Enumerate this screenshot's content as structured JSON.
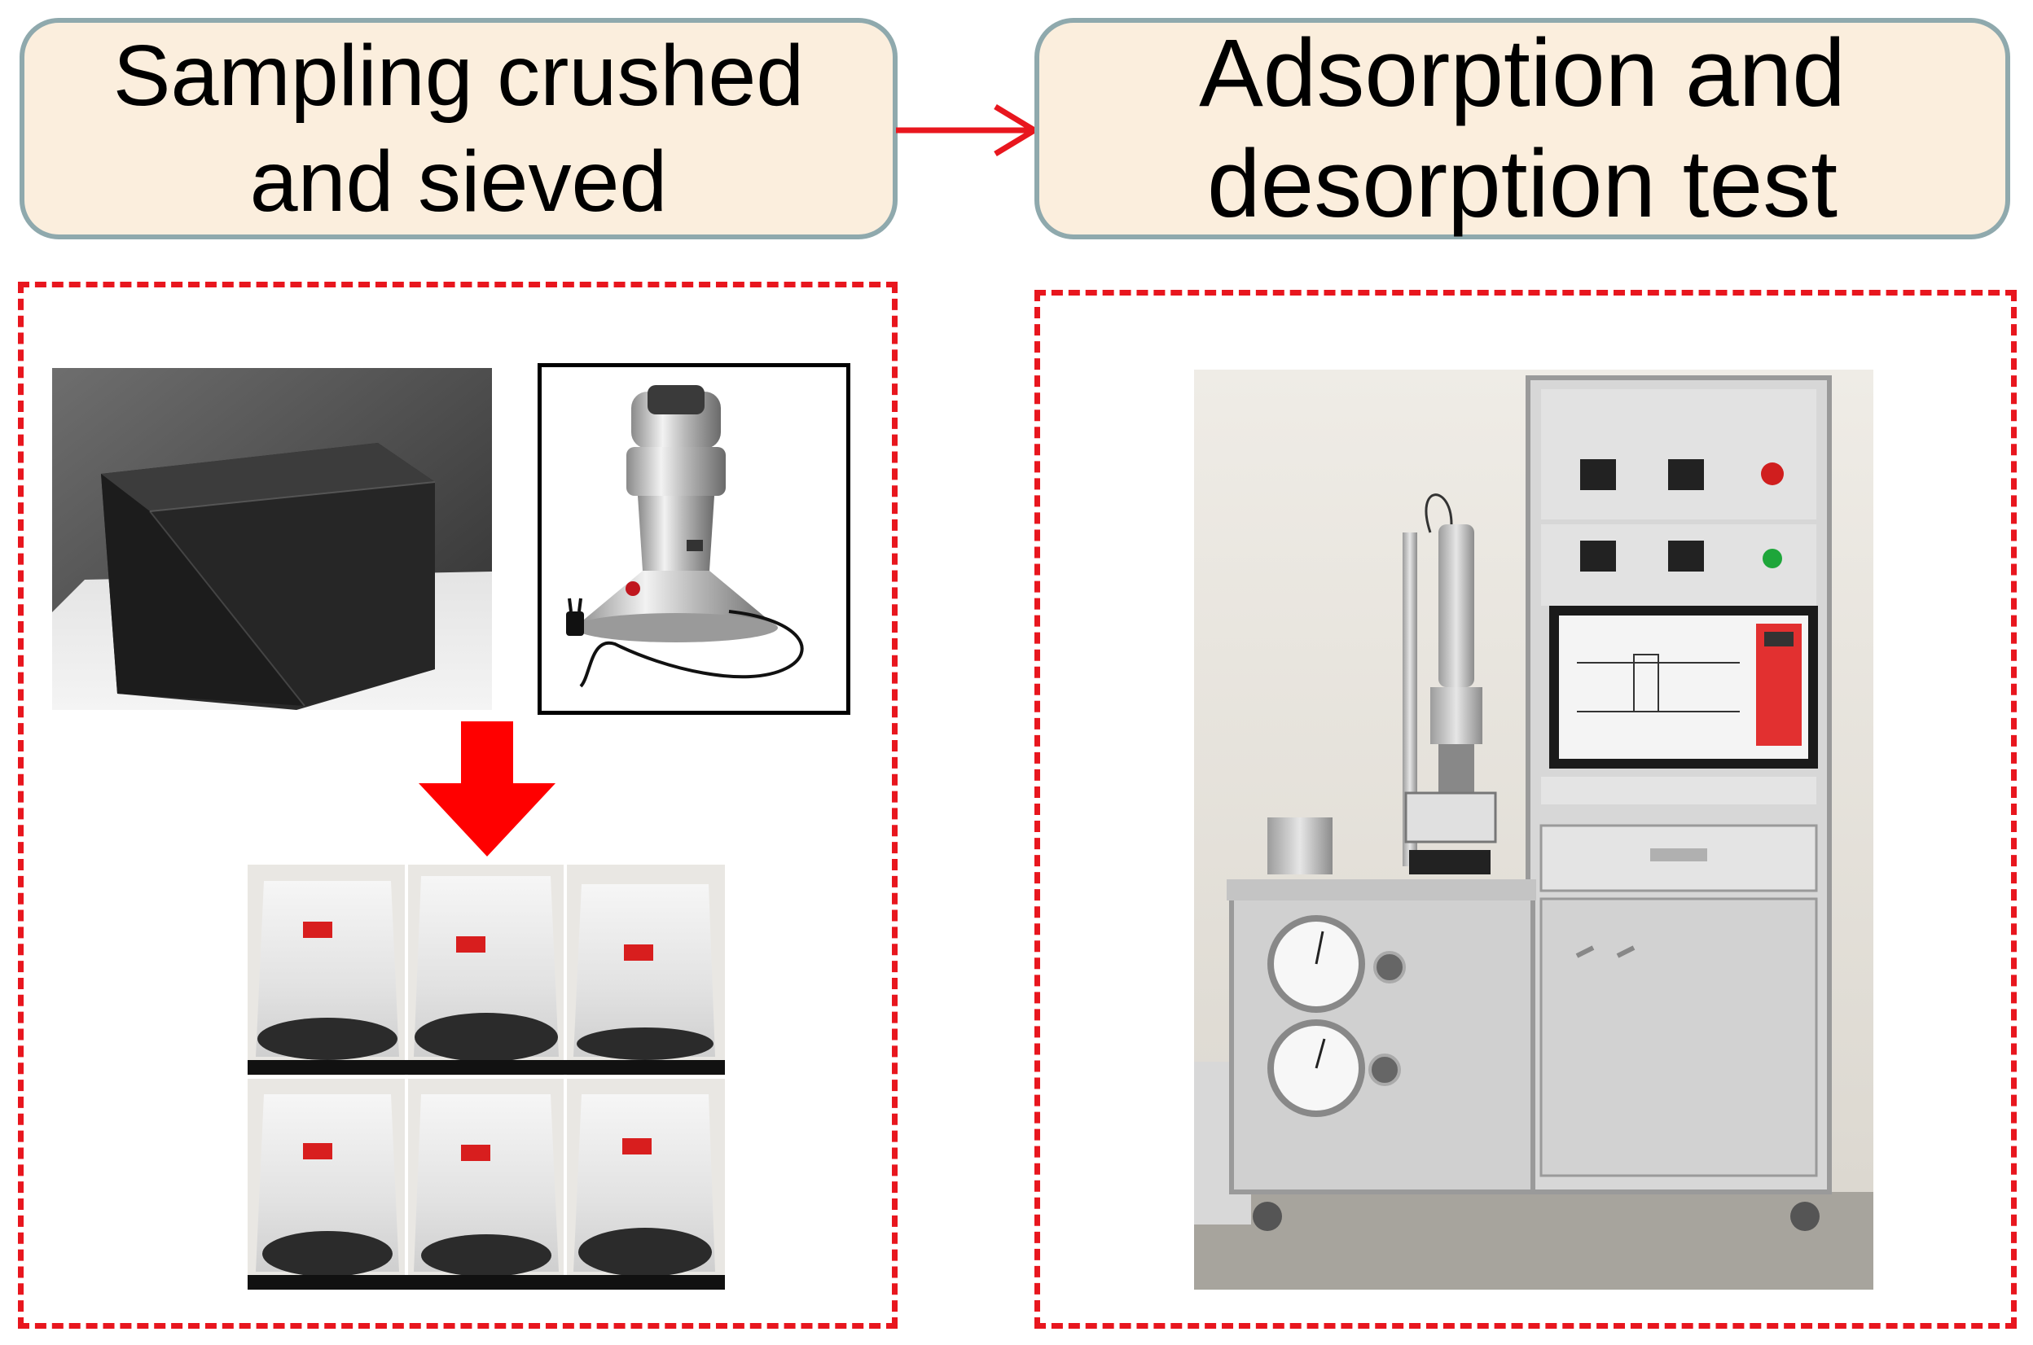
{
  "steps": [
    {
      "label": "Sampling crushed\nand sieved"
    },
    {
      "label": "Adsorption and\ndesorption test"
    }
  ],
  "photos": {
    "sample_block": {
      "icon": "coal-block-photo"
    },
    "grinder": {
      "icon": "grinder-photo"
    },
    "bags": {
      "icon": "sample-bags-photo"
    },
    "apparatus": {
      "icon": "adsorption-apparatus-photo"
    }
  },
  "colors": {
    "box_fill": "#fbeedd",
    "box_border": "#8fa9ad",
    "dashed_border": "#e8161e",
    "arrow": "#e8161e",
    "down_arrow": "#ff0000"
  }
}
